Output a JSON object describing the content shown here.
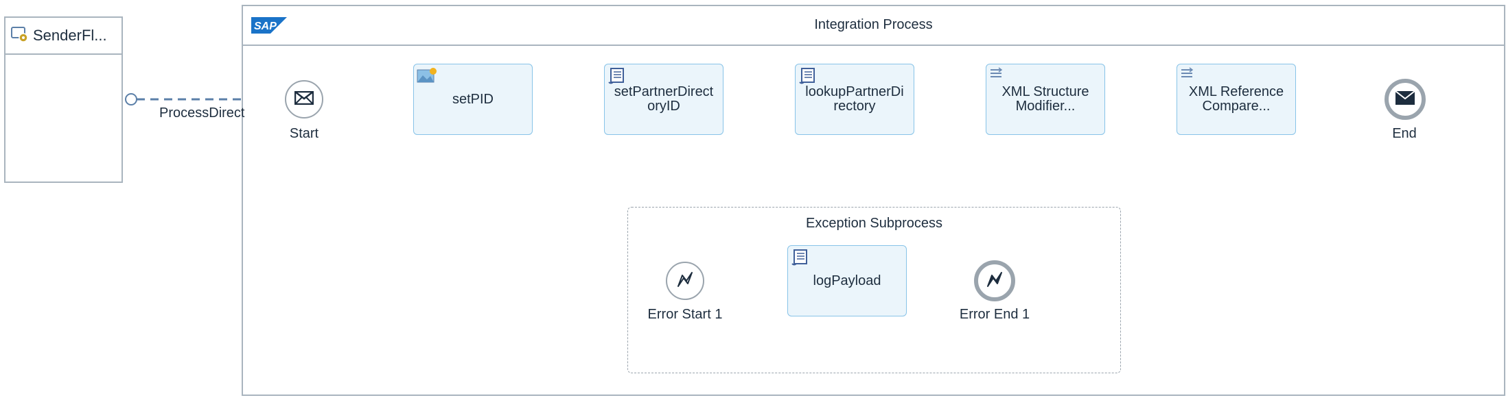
{
  "sender": {
    "label": "SenderFl..."
  },
  "pool": {
    "title": "Integration Process",
    "logo_text": "SAP"
  },
  "connection": {
    "label": "ProcessDirect"
  },
  "events": {
    "start": "Start",
    "end": "End",
    "error_start": "Error Start 1",
    "error_end": "Error End 1"
  },
  "tasks": {
    "set_pid": "setPID",
    "set_partner_directory_id": [
      "setPartnerDirect",
      "oryID"
    ],
    "lookup_partner_directory": [
      "lookupPartnerDi",
      "rectory"
    ],
    "xml_structure_modifier": [
      "XML Structure",
      "Modifier..."
    ],
    "xml_reference_compare": [
      "XML Reference",
      "Compare..."
    ],
    "log_payload": "logPayload"
  },
  "exception_subprocess": {
    "title": "Exception Subprocess"
  },
  "colors": {
    "task_fill": "#ebf5fb",
    "task_border": "#87c3e8",
    "edge": "#5b7fa8",
    "event_border": "#9aa4ad",
    "pool_border": "#a9b4be"
  }
}
